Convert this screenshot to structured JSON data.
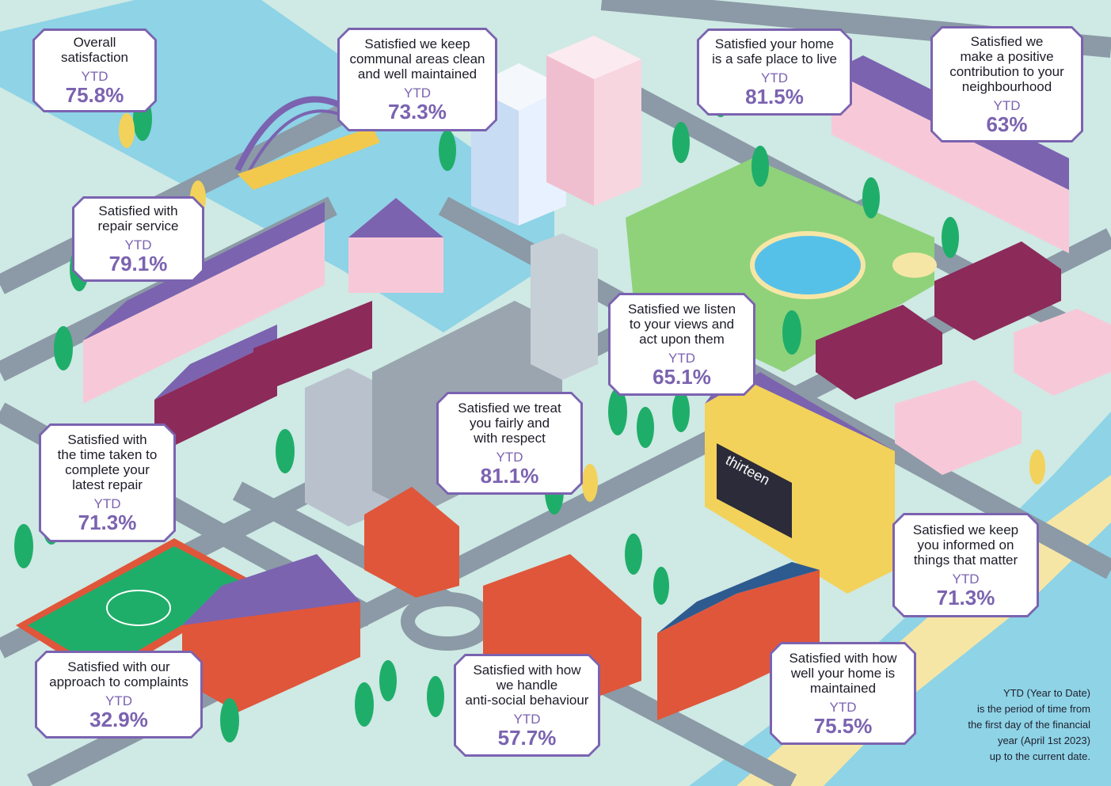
{
  "cards": [
    {
      "id": "overall",
      "label": "Overall\nsatisfaction",
      "ytd": "YTD",
      "value": "75.8%"
    },
    {
      "id": "communal",
      "label": "Satisfied we keep\ncommunal areas clean\nand well maintained",
      "ytd": "YTD",
      "value": "73.3%"
    },
    {
      "id": "safe",
      "label": "Satisfied your home\nis a safe place to live",
      "ytd": "YTD",
      "value": "81.5%"
    },
    {
      "id": "neighbourhood",
      "label": "Satisfied we\nmake a positive\ncontribution to your\nneighbourhood",
      "ytd": "YTD",
      "value": "63%"
    },
    {
      "id": "repair",
      "label": "Satisfied with\nrepair service",
      "ytd": "YTD",
      "value": "79.1%"
    },
    {
      "id": "listen",
      "label": "Satisfied we listen\nto your views and\nact upon them",
      "ytd": "YTD",
      "value": "65.1%"
    },
    {
      "id": "fair",
      "label": "Satisfied we treat\nyou fairly and\nwith respect",
      "ytd": "YTD",
      "value": "81.1%"
    },
    {
      "id": "time",
      "label": "Satisfied with\nthe time taken to\ncomplete your\nlatest repair",
      "ytd": "YTD",
      "value": "71.3%"
    },
    {
      "id": "informed",
      "label": "Satisfied we keep\nyou informed on\nthings that matter",
      "ytd": "YTD",
      "value": "71.3%"
    },
    {
      "id": "complaints",
      "label": "Satisfied with our\napproach to complaints",
      "ytd": "YTD",
      "value": "32.9%"
    },
    {
      "id": "asb",
      "label": "Satisfied with how\nwe handle\nanti-social behaviour",
      "ytd": "YTD",
      "value": "57.7%"
    },
    {
      "id": "maintained",
      "label": "Satisfied with how\nwell your home is\nmaintained",
      "ytd": "YTD",
      "value": "75.5%"
    }
  ],
  "shop_sign": "thirteen",
  "footnote": "YTD (Year to Date)\nis the period of time from\nthe first day of the financial\nyear (April 1st 2023)\nup to the current date.",
  "colors": {
    "accent": "#7b63b0",
    "ground": "#cfe9e4",
    "road": "#8b9aa6",
    "water": "#8ed3e6",
    "sand": "#f6e6a6",
    "grass": "#8fd27a"
  }
}
